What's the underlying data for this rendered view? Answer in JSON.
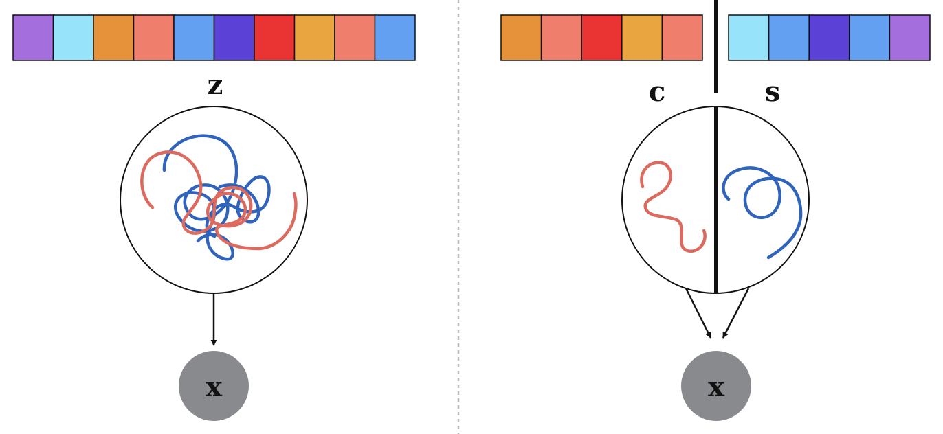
{
  "colors": {
    "purple": "#A46FDD",
    "light_blue": "#97E3FA",
    "orange": "#E6923B",
    "salmon": "#EF7E6D",
    "blue": "#63A0F2",
    "indigo": "#5B41D6",
    "red": "#E93433",
    "amber": "#E9A640",
    "curve_blue": "#2F63BC",
    "curve_red": "#DD6A5E",
    "node_gray": "#888A8D",
    "divider_gray": "#BBBBBB"
  },
  "left_panel": {
    "vector_cells": [
      "purple",
      "light_blue",
      "orange",
      "salmon",
      "blue",
      "indigo",
      "red",
      "amber",
      "salmon",
      "blue"
    ],
    "latent_label": "z",
    "observed_label": "x"
  },
  "right_panel": {
    "content_cells": [
      "orange",
      "salmon",
      "red",
      "amber",
      "salmon"
    ],
    "style_cells": [
      "light_blue",
      "blue",
      "indigo",
      "blue",
      "purple"
    ],
    "content_label": "c",
    "style_label": "s",
    "observed_label": "x"
  }
}
